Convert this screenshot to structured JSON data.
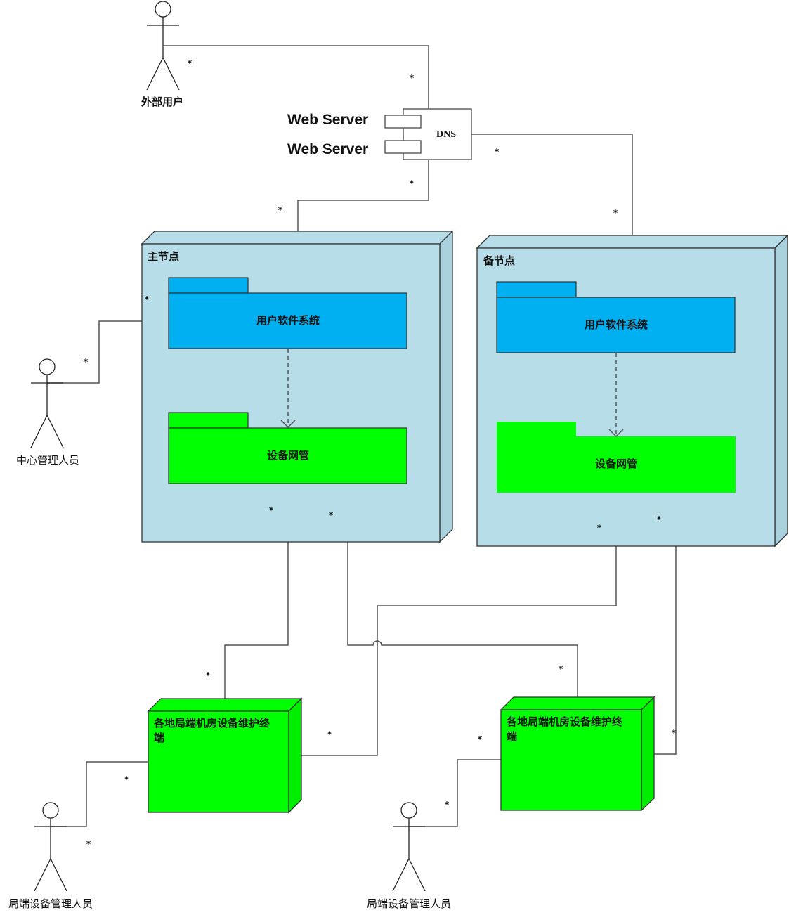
{
  "diagram": {
    "type": "UML deployment diagram",
    "colors": {
      "node_fill": "#b7dde8",
      "node_side": "#a9d2de",
      "package_blue": "#00b0f0",
      "package_green": "#00ff00",
      "terminal_green": "#00ff00",
      "line": "#555555"
    },
    "actors": {
      "external_user": {
        "label": "外部用户"
      },
      "center_admin": {
        "label": "中心管理人员"
      },
      "local_admin_1": {
        "label": "局端设备管理人员"
      },
      "local_admin_2": {
        "label": "局端设备管理人员"
      }
    },
    "dns": {
      "label": "DNS",
      "icon": "component-icon"
    },
    "web_servers": [
      "Web Server",
      "Web Server"
    ],
    "nodes": {
      "primary": {
        "label": "主节点",
        "packages": {
          "software": "用户软件系统",
          "nms": "设备网管"
        }
      },
      "backup": {
        "label": "备节点",
        "packages": {
          "software": "用户软件系统",
          "nms": "设备网管"
        }
      }
    },
    "terminals": {
      "left": {
        "label": "各地局端机房设备维护终端"
      },
      "right": {
        "label": "各地局端机房设备维护终端"
      }
    },
    "multiplicity": "*"
  }
}
